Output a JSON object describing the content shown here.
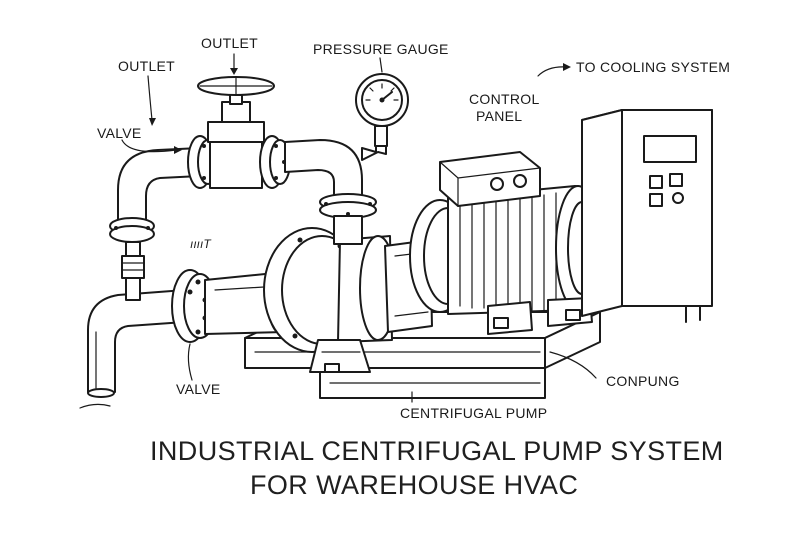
{
  "labels": {
    "outlet_top": "OUTLET",
    "outlet_left": "OUTLET",
    "pressure_gauge": "PRESSURE GAUGE",
    "to_cooling": "TO COOLING SYSTEM",
    "control_panel_1": "CONTROL",
    "control_panel_2": "PANEL",
    "valve_upper": "VALVE",
    "inlet_scribble": "ııııT",
    "valve_lower": "VALVE",
    "coupling": "CONPUNG",
    "centrifugal_pump": "CENTRIFUGAL PUMP"
  },
  "caption": {
    "line1": "INDUSTRIAL CENTRIFUGAL PUMP SYSTEM",
    "line2": "FOR WAREHOUSE HVAC"
  }
}
